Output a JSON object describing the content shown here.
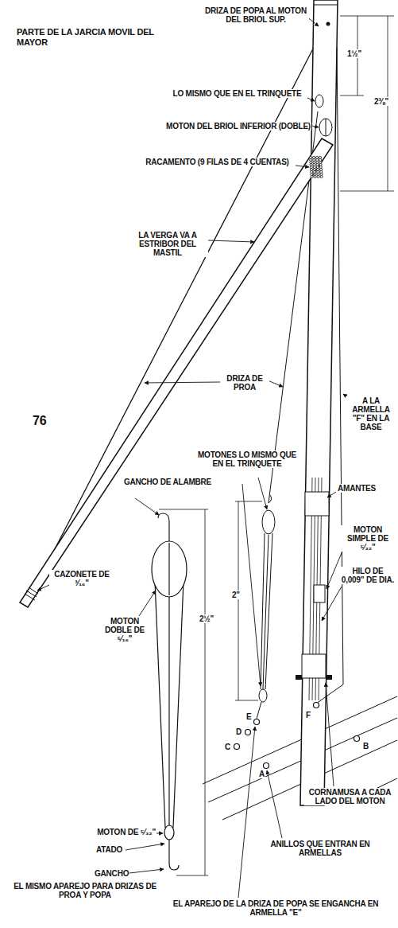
{
  "diagram": {
    "title": "PARTE DE LA JARCIA MOVIL DEL MAYOR",
    "labels": [
      "DRIZA DE POPA AL MOTON DEL BRIOL SUP.",
      "1½\"",
      "2⅜\"",
      "LO MISMO QUE EN EL TRINQUETE",
      "MOTON DEL BRIOL INFERIOR (DOBLE)",
      "RACAMENTO (9 FILAS DE 4 CUENTAS)",
      "LA VERGA VA A ESTRIBOR DEL MASTIL",
      "76",
      "DRIZA DE PROA",
      "A LA ARMELLA \"F\" EN LA BASE",
      "MOTONES LO MISMO QUE EN EL TRINQUETE",
      "AMANTES",
      "GANCHO DE ALAMBRE",
      "CAZONETE DE ³⁄₁₆\"",
      "MOTON DOBLE DE ⁵⁄₁₆\"",
      "2½\"",
      "2\"",
      "MOTON SIMPLE DE ⁵⁄₃₂\"",
      "HILO DE 0,009\" DE DIA.",
      "MOTON DE ⁵⁄₃₂\"",
      "ATADO",
      "GANCHO",
      "E",
      "D",
      "C",
      "A",
      "F",
      "B",
      "CORNAMUSA A CADA LADO DEL MOTON",
      "ANILLOS QUE ENTRAN EN ARMELLAS",
      "EL MISMO APAREJO PARA DRIZAS DE PROA Y POPA",
      "EL APAREJO DE LA DRIZA DE POPA SE ENGANCHA EN ARMELLA \"E\""
    ]
  }
}
